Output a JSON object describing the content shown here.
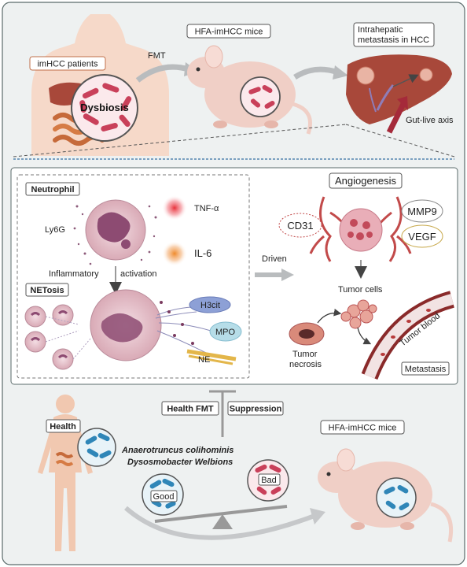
{
  "top": {
    "patients_label": "imHCC patients",
    "dysbiosis_label": "Dysbiosis",
    "fmt_label": "FMT",
    "mice_label": "HFA-imHCC mice",
    "metastasis_label_1": "Intrahepatic",
    "metastasis_label_2": "metastasis in HCC",
    "axis_label": "Gut-live axis"
  },
  "middle": {
    "neutrophil_label": "Neutrophil",
    "ly6g_label": "Ly6G",
    "tnf_label": "TNF-α",
    "il6_label": "IL-6",
    "activation_label_1": "Inflammatory",
    "activation_label_2": "activation",
    "netosis_label": "NETosis",
    "h3cit_label": "H3cit",
    "mpo_label": "MPO",
    "ne_label": "NE",
    "driven_label": "Driven",
    "angiogenesis_label": "Angiogenesis",
    "cd31_label": "CD31",
    "mmp9_label": "MMP9",
    "vegf_label": "VEGF",
    "tumor_cells_label": "Tumor cells",
    "tumor_necrosis_label_1": "Tumor",
    "tumor_necrosis_label_2": "necrosis",
    "tumor_blood_label": "Tumor blood",
    "metastasis_box_label": "Metastasis"
  },
  "bottom": {
    "health_fmt_label": "Health FMT",
    "suppression_label": "Suppression",
    "health_label": "Health",
    "species_1": "Anaerotruncus colihominis",
    "species_2": "Dysosmobacter Welbions",
    "good_label": "Good",
    "bad_label": "Bad",
    "mice_label": "HFA-imHCC mice"
  },
  "colors": {
    "panel_bg": "#eef1f1",
    "box_border": "#5b6b6b",
    "liver": "#a8483a",
    "mouse": "#f0cfc6",
    "arrow_gray": "#b9bcbe",
    "bacteria_red": "#c9405a",
    "bacteria_blue": "#2f86b8",
    "tumor_vessel": "#8a2a2a"
  }
}
